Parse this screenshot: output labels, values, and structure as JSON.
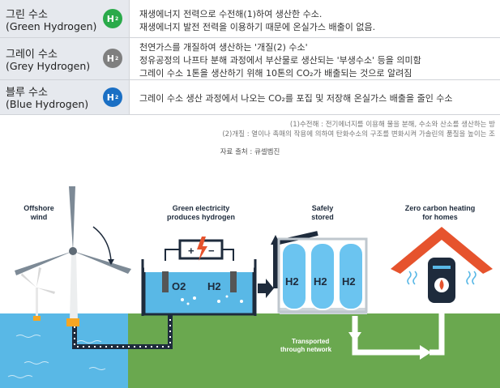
{
  "rows": [
    {
      "name_kr": "그린 수소",
      "name_en": "(Green Hydrogen)",
      "badge": "H",
      "badge_sub": "2",
      "color": "#2aaa4a",
      "lines": [
        "재생에너지 전력으로 수전해(1)하여 생산한 수소.",
        "재생에너지 발전 전력을 이용하기 때문에 온실가스 배출이 없음."
      ]
    },
    {
      "name_kr": "그레이 수소",
      "name_en": "(Grey Hydrogen)",
      "badge": "H",
      "badge_sub": "2",
      "color": "#7f7f7f",
      "lines": [
        "천연가스를 개질하여 생산하는 '개질(2) 수소'",
        "정유공정의 나프타 분해 과정에서 부산물로 생산되는 '부생수소' 등을 의미함",
        "그레이 수소 1톤을 생산하기 위해 10톤의 CO₂가 배출되는 것으로 알려짐"
      ]
    },
    {
      "name_kr": "블루 수소",
      "name_en": "(Blue Hydrogen)",
      "badge": "H",
      "badge_sub": "2",
      "color": "#1a6fc4",
      "lines": [
        "그레이 수소 생산 과정에서 나오는 CO₂를 포집 및 저장해 온실가스 배출을 줄인 수소"
      ]
    }
  ],
  "notes": [
    "(1)수전해 : 전기에너지를 이용해 물을 분해, 수소와 산소를 생산하는 방",
    "(2)개질 : 열이나 촉매의 작용에 의하여 탄화수소의 구조를 변화시켜 가솔린의 품질을 높이는 조"
  ],
  "source": "자료 출처 : 큐셀벱진",
  "diagram": {
    "offshore": [
      "Offshore",
      "wind"
    ],
    "green_elec": [
      "Green electricity",
      "produces hydrogen"
    ],
    "safely": [
      "Safely",
      "stored"
    ],
    "zero": [
      "Zero carbon heating",
      "for homes"
    ],
    "transported": [
      "Transported",
      "through network"
    ],
    "o2": "O2",
    "h2": "H2",
    "tank_h2": "H2",
    "plus": "+",
    "minus": "−"
  },
  "colors": {
    "green": "#2aaa4a",
    "grey": "#7f7f7f",
    "blue": "#1a6fc4",
    "sea": "#59b8e6",
    "grass": "#6aa84f",
    "roof": "#e6532d",
    "tank": "#6bc4f0"
  }
}
